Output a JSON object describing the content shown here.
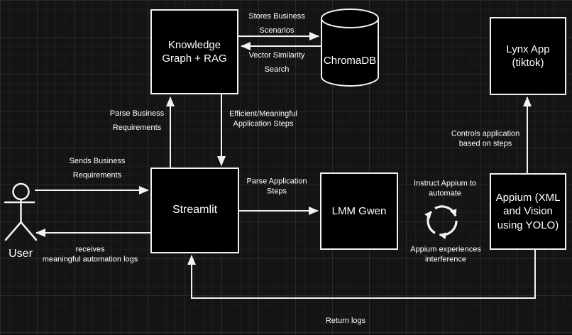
{
  "title": "Automation system architecture diagram",
  "colors": {
    "background": "#141414",
    "grid_minor": "#1c1c1c",
    "grid_major": "#2a2a2a",
    "node_fill": "#000000",
    "stroke": "#f2f2f2",
    "text": "#ffffff"
  },
  "nodes": {
    "knowledge_graph": {
      "label": "Knowledge\nGraph + RAG"
    },
    "chromadb": {
      "label": "ChromaDB",
      "shape": "database-cylinder-icon"
    },
    "lynx_app": {
      "label": "Lynx App\n(tiktok)"
    },
    "streamlit": {
      "label": "Streamlit"
    },
    "lmm_gwen": {
      "label": "LMM Gwen"
    },
    "appium": {
      "label": "Appium (XML\nand Vision\nusing YOLO)"
    },
    "user": {
      "label": "User",
      "shape": "stick-figure-actor-icon"
    },
    "cycle": {
      "shape": "cycle-arrows-icon"
    }
  },
  "edge_labels": {
    "stores": "Stores Business\nScenarios",
    "vector": "Vector Similarity\nSearch",
    "parse_business": "Parse Business\nRequirements",
    "efficient": "Efficient/Meaningful\nApplication Steps",
    "sends": "Sends Business\nRequirements",
    "receives": "receives\nmeaningful automation logs",
    "parse_application": "Parse Application\nSteps",
    "instruct": "Instruct Appium to\nautomate",
    "interference": "Appium experiences\ninterference",
    "controls": "Controls application\nbased on steps",
    "return_logs": "Return logs"
  }
}
